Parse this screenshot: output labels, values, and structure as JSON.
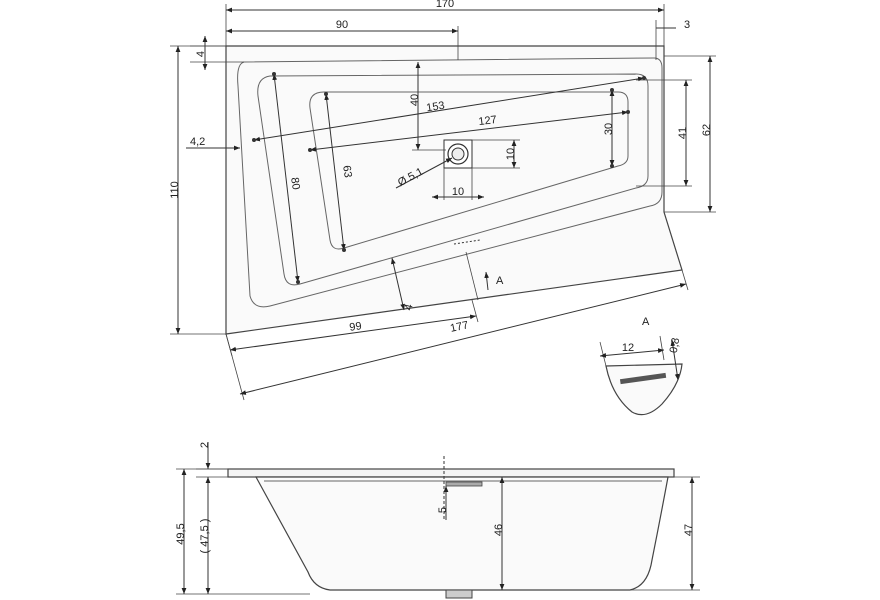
{
  "top_view": {
    "overall_width": "170",
    "overall_height": "110",
    "offset_top": "90",
    "right_margin": "3",
    "top_margin": "4",
    "right_height": "62",
    "inner_right_height": "41",
    "left_margin": "4,2",
    "diagonal_inner": "153",
    "inner_length": "127",
    "drain_offset": "40",
    "recess_height": "30",
    "drain_x": "10",
    "drain_y": "10",
    "drain_diameter": "Ø 5,1",
    "inner_height_left": "80",
    "inner_height_mid": "63",
    "front_short": "99",
    "front_long": "177",
    "rim_edge": "4",
    "section_marker": "A"
  },
  "detail_a": {
    "label": "A",
    "width": "12",
    "thickness": "0,8"
  },
  "side_view": {
    "rim": "2",
    "total_height": "49,5",
    "bath_height": "( 47,5 )",
    "overflow": "5",
    "inner_depth": "46",
    "outer_depth": "47"
  }
}
